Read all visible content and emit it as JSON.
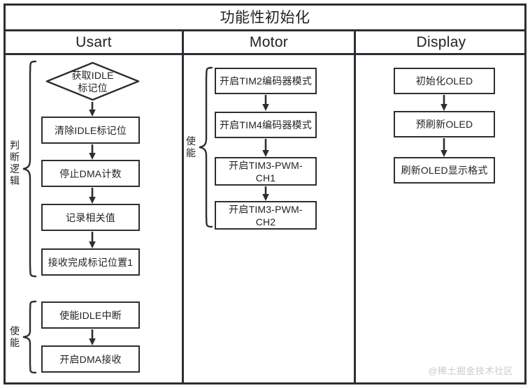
{
  "diagram": {
    "title": "功能性初始化",
    "watermark": "@稀土掘金技术社区",
    "columns": [
      {
        "name": "usart",
        "label": "Usart"
      },
      {
        "name": "motor",
        "label": "Motor"
      },
      {
        "name": "display",
        "label": "Display"
      }
    ],
    "groups": [
      {
        "column": "usart",
        "brace_label": "判断逻辑",
        "nodes": [
          {
            "type": "decision",
            "line1": "获取IDLE",
            "line2": "标记位"
          },
          {
            "type": "process",
            "text": "清除IDLE标记位"
          },
          {
            "type": "process",
            "text": "停止DMA计数"
          },
          {
            "type": "process",
            "text": "记录相关值"
          },
          {
            "type": "process",
            "text": "接收完成标记位置1"
          }
        ]
      },
      {
        "column": "usart",
        "brace_label": "使能",
        "nodes": [
          {
            "type": "process",
            "text": "使能IDLE中断"
          },
          {
            "type": "process",
            "text": "开启DMA接收"
          }
        ]
      },
      {
        "column": "motor",
        "brace_label": "使能",
        "nodes": [
          {
            "type": "process",
            "text": "开启TIM2编码器模式"
          },
          {
            "type": "process",
            "text": "开启TIM4编码器模式"
          },
          {
            "type": "process",
            "line1": "开启TIM3-PWM-",
            "line2": "CH1"
          },
          {
            "type": "process",
            "line1": "开启TIM3-PWM-",
            "line2": "CH2"
          }
        ]
      },
      {
        "column": "display",
        "brace_label": "",
        "nodes": [
          {
            "type": "process",
            "text": "初始化OLED"
          },
          {
            "type": "process",
            "text": "预刷新OLED"
          },
          {
            "type": "process",
            "text": "刷新OLED显示格式"
          }
        ]
      }
    ],
    "colors": {
      "border": "#2b2f33",
      "text": "#231f20",
      "background": "#ffffff",
      "watermark": "#c9cbcc"
    }
  }
}
